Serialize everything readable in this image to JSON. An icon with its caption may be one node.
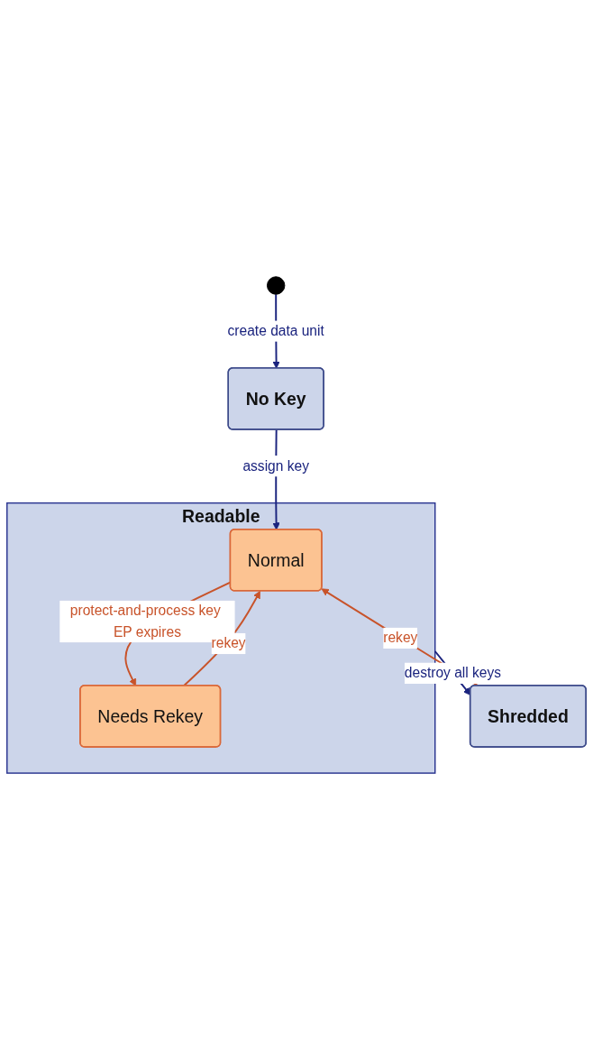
{
  "diagram": {
    "nodes": [
      {
        "text": [],
        "shape": "circle"
      },
      {
        "text": [
          "No Key"
        ]
      },
      {
        "text": [
          "Readable"
        ]
      },
      {
        "text": [
          "Normal"
        ],
        "in": 2
      },
      {
        "text": [
          "Needs Rekey"
        ],
        "in": 2
      },
      {
        "text": [
          "Shredded"
        ]
      }
    ],
    "edges": [
      {
        "from": 0,
        "to": 1,
        "arrow": "to",
        "label": "create data unit"
      },
      {
        "from": 1,
        "to": 3,
        "arrow": "to",
        "label": "assign key"
      },
      {
        "from": 3,
        "to": 4,
        "arrow": "to",
        "label": "protect-and-process key EP expires",
        "color": "#c8532a"
      },
      {
        "from": 4,
        "to": 3,
        "arrow": "to",
        "label": "rekey",
        "color": "#c8532a"
      },
      {
        "from": 2,
        "to": 5,
        "arrow": "to",
        "label": "destroy all keys"
      },
      {
        "from": 5,
        "to": 3,
        "arrow": "to",
        "label": "rekey",
        "color": "#c8532a"
      }
    ]
  }
}
